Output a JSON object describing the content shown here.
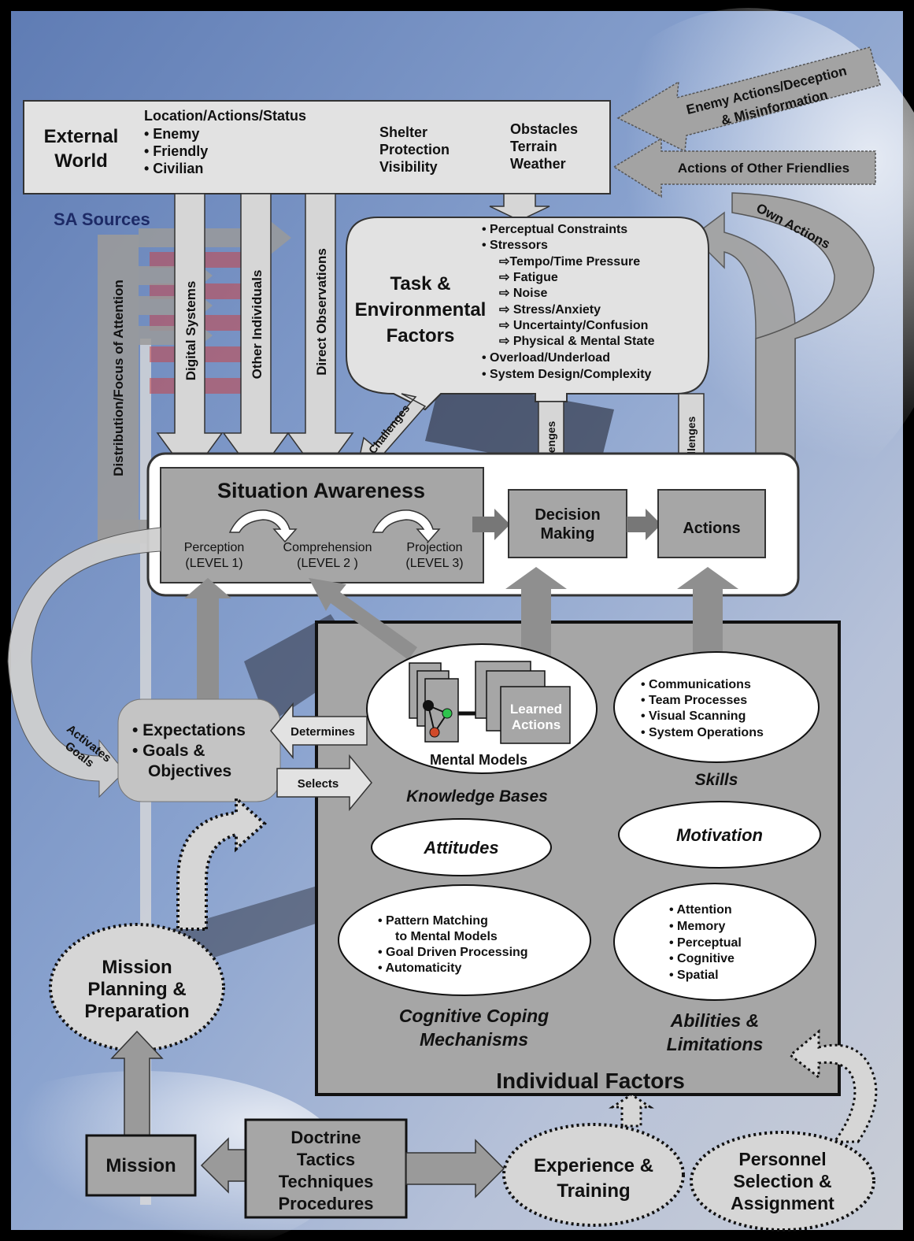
{
  "external_world": {
    "title_lines": [
      "External",
      "World"
    ],
    "lat_header": "Location/Actions/Status",
    "lat_items": [
      "• Enemy",
      "• Friendly",
      "• Civilian"
    ],
    "col2": [
      "Shelter",
      "Protection",
      "Visibility"
    ],
    "col3": [
      "Obstacles",
      "Terrain",
      "Weather"
    ]
  },
  "right_inputs": {
    "enemy_actions": [
      "Enemy Actions/Deception",
      "& Misinformation"
    ],
    "other_friendlies": "Actions of Other Friendlies",
    "own_actions": "Own Actions"
  },
  "sa_sources": {
    "title": "SA Sources",
    "distribution": "Distribution/Focus of Attention",
    "digital": "Digital Systems",
    "other_individuals": "Other Individuals",
    "direct": "Direct Observations"
  },
  "task_env": {
    "title_lines": [
      "Task &",
      "Environmental",
      "Factors"
    ],
    "items": [
      "• Perceptual Constraints",
      "• Stressors",
      "⇨Tempo/Time Pressure",
      "⇨ Fatigue",
      "⇨ Noise",
      "⇨ Stress/Anxiety",
      "⇨ Uncertainty/Confusion",
      "⇨ Physical & Mental State",
      "• Overload/Underload",
      "• System Design/Complexity"
    ],
    "challenges": "Challenges"
  },
  "sa": {
    "title": "Situation Awareness",
    "perception": "Perception",
    "level1": "(LEVEL 1)",
    "comprehension": "Comprehension",
    "level2": "(LEVEL 2 )",
    "projection": "Projection",
    "level3": "(LEVEL  3)"
  },
  "decision_lines": [
    "Decision",
    "Making"
  ],
  "actions": "Actions",
  "expectations": [
    "• Expectations",
    "• Goals &",
    "Objectives"
  ],
  "activates_goals": [
    "Activates",
    "Goals"
  ],
  "determines": "Determines",
  "selects": "Selects",
  "mental_models": {
    "learned_actions": [
      "Learned",
      "Actions"
    ],
    "label": "Mental Models"
  },
  "skills_list": [
    "• Communications",
    "• Team Processes",
    "• Visual Scanning",
    "• System Operations"
  ],
  "knowledge_bases": "Knowledge Bases",
  "skills": "Skills",
  "attitudes": "Attitudes",
  "motivation": "Motivation",
  "coping_list": [
    "• Pattern Matching",
    "to Mental Models",
    "• Goal Driven Processing",
    "• Automaticity"
  ],
  "abilities_list": [
    "• Attention",
    "• Memory",
    "• Perceptual",
    "• Cognitive",
    "• Spatial"
  ],
  "coping_title": [
    "Cognitive Coping",
    "Mechanisms"
  ],
  "abilities_title": [
    "Abilities &",
    "Limitations"
  ],
  "individual_factors": "Individual Factors",
  "mission_planning": [
    "Mission",
    "Planning &",
    "Preparation"
  ],
  "mission": "Mission",
  "doctrine": [
    "Doctrine",
    "Tactics",
    "Techniques",
    "Procedures"
  ],
  "experience": [
    "Experience &",
    "Training"
  ],
  "personnel": [
    "Personnel",
    "Selection &",
    "Assignment"
  ],
  "colors": {
    "box_fill": "#e2e2e2",
    "dark_fill": "#a6a6a6",
    "arrow_fill": "#9a9a9a",
    "sky": "#7d97c6"
  }
}
